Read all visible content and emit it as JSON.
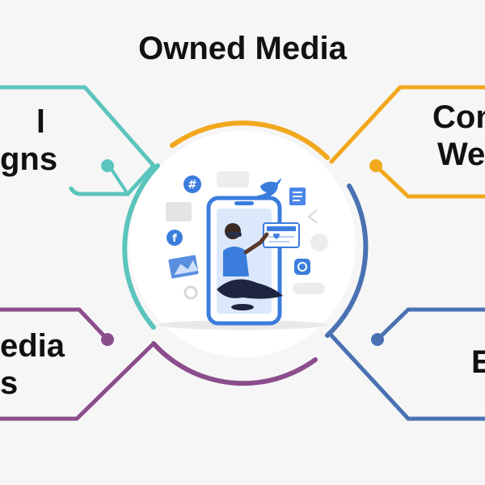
{
  "title": "Owned Media",
  "nodes": [
    {
      "id": "top-left",
      "lines": [
        "l",
        "gns"
      ],
      "color": "#5bc4bd"
    },
    {
      "id": "top-right",
      "lines": [
        "Con",
        "We"
      ],
      "color": "#f2a81d"
    },
    {
      "id": "bottom-left",
      "lines": [
        "edia",
        "s"
      ],
      "color": "#8c4d8c"
    },
    {
      "id": "bottom-right",
      "lines": [
        "E"
      ],
      "color": "#4a72b2"
    }
  ],
  "illustration": {
    "hashtag_icon": "#",
    "twitter_icon": "twitter-bird",
    "facebook_icon": "f",
    "instagram_icon": "instagram-glyph"
  }
}
